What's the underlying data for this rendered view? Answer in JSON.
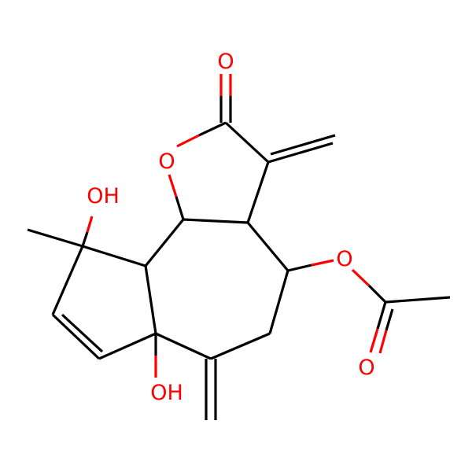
{
  "molecule": {
    "atom_labels": {
      "carbonyl_oxygen_lactone": "O",
      "ring_oxygen_lactone": "O",
      "hydroxyl_top": "OH",
      "hydroxyl_bottom": "OH",
      "ester_oxygen": "O",
      "carbonyl_oxygen_acetate": "O"
    },
    "colors": {
      "carbon_bond": "#000000",
      "oxygen": "#ff0000",
      "background": "#ffffff"
    }
  }
}
